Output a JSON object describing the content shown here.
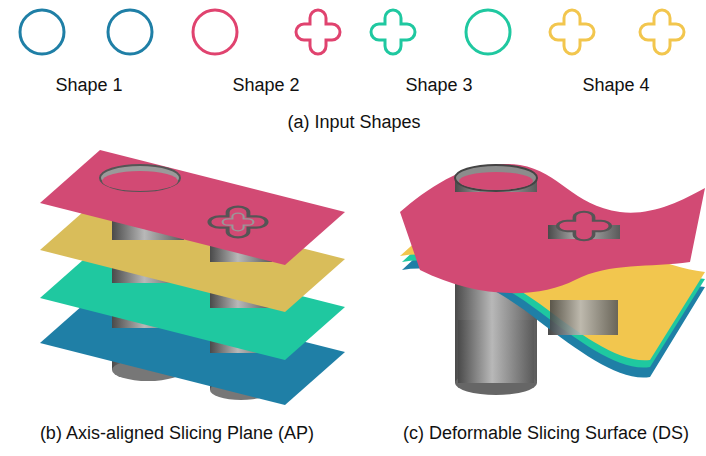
{
  "diagram": {
    "labels": [
      "Shape 1",
      "Shape 2",
      "Shape 3",
      "Shape 4",
      "(a) Input Shapes",
      "(b) Axis-aligned Slicing Plane (AP)",
      "(c) Deformable Slicing Surface (DS)"
    ]
  }
}
